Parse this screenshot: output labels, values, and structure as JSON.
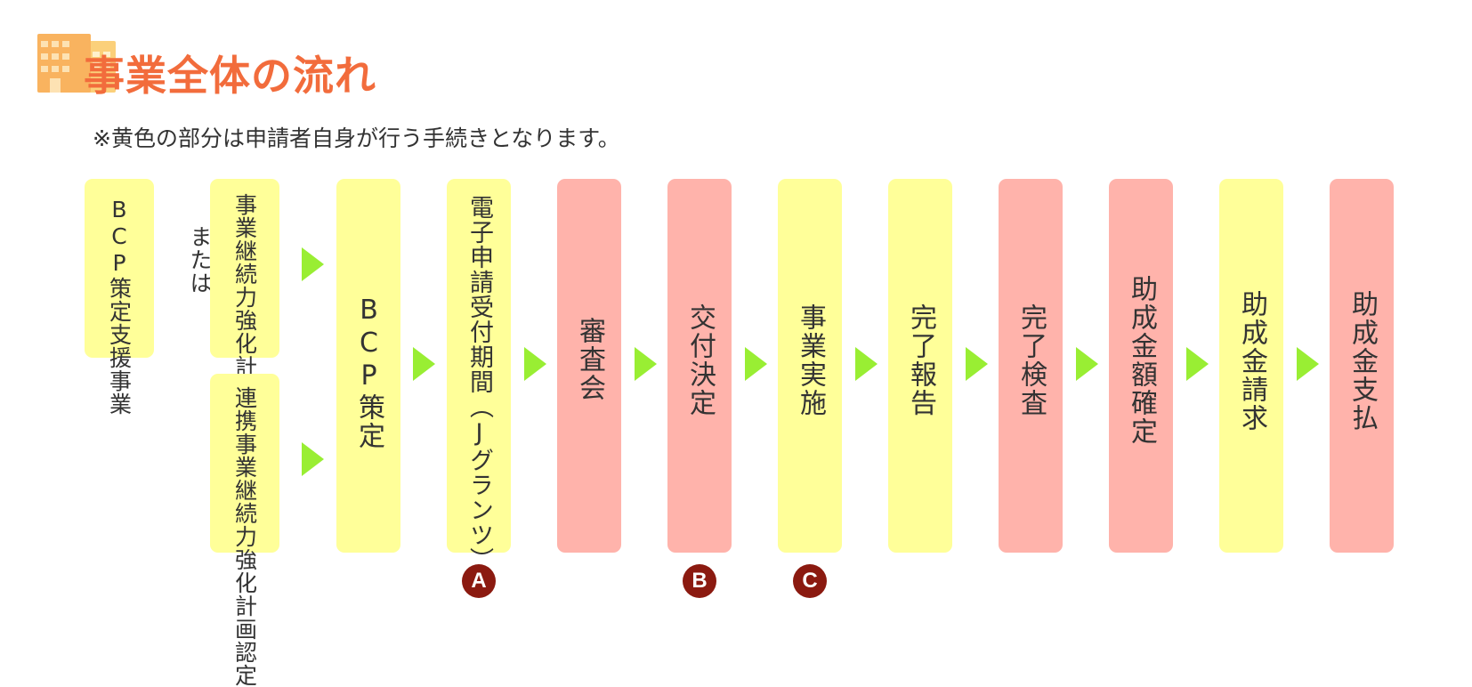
{
  "header": {
    "title": "事業全体の流れ",
    "note": "※黄色の部分は申請者自身が行う手続きとなります。"
  },
  "legend_colors": {
    "applicant": "#ffff99",
    "other": "#ffb3ab",
    "arrow": "#99ee33",
    "badge": "#8b1a10",
    "title": "#f26c3c"
  },
  "prereq": {
    "bcp_support": "BCP策定支援事業",
    "or": "または",
    "jigyou_keizoku": "事業継続力強化計画認定",
    "renkei_keizoku": "連携事業継続力強化計画認定"
  },
  "steps": [
    {
      "label": "BCP策定"
    },
    {
      "label": "電子申請受付期間（Jグランツ）",
      "badge": "A"
    },
    {
      "label": "審査会"
    },
    {
      "label": "交付決定",
      "badge": "B"
    },
    {
      "label": "事業実施",
      "badge": "C"
    },
    {
      "label": "完了報告"
    },
    {
      "label": "完了検査"
    },
    {
      "label": "助成金額確定"
    },
    {
      "label": "助成金請求"
    },
    {
      "label": "助成金支払"
    }
  ]
}
